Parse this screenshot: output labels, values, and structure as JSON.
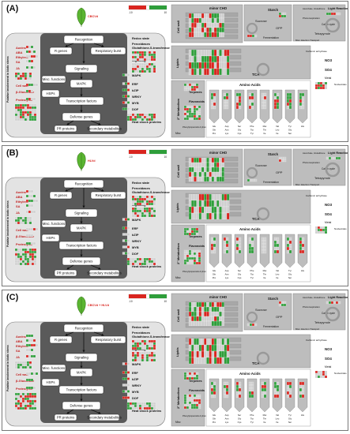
{
  "colors": {
    "up": "#2e9e3a",
    "down": "#d9251f",
    "neutral": "#cfcfcf",
    "panel_bg": "#bdbdbd",
    "inner_bg": "#5a5a5a",
    "outer_bg": "#e3e3e3"
  },
  "panels": [
    {
      "label": "(A)",
      "condition": "CBCVd"
    },
    {
      "label": "(B)",
      "condition": "HLVd"
    },
    {
      "label": "(C)",
      "condition": "CBCVd + HLVd"
    }
  ],
  "biotic": {
    "side_label": "Putative involvement in biotic stress",
    "left_items": [
      "Auxins",
      "ABA",
      "Ethylene",
      "SA",
      "JA",
      "Cell wall",
      "β-Glucanase",
      "Proteolysis"
    ],
    "center": [
      "Recognition",
      "R genes",
      "Respiratory burst",
      "Signaling",
      "Misc. functions",
      "MAPK",
      "HSPs",
      "Transcription factors",
      "Defense genes",
      "PR proteins",
      "Secondary metabolites"
    ],
    "right_items": [
      "Redox state",
      "Peroxidases",
      "Glutathione-S-transferase",
      "Signaling",
      "MAPK",
      "ERF",
      "bZIP",
      "WRKY",
      "MYB",
      "DOF",
      "Heat shock proteins"
    ]
  },
  "metabolism": {
    "top": [
      "Cell wall",
      "minor CHO",
      "Starch",
      "Sucrose",
      "OPP",
      "Fermentation",
      "Light Reactions",
      "Calvin cycle",
      "Photorespiration",
      "Ascorbate, Glutathione",
      "Tetrapyrrole",
      "Misc. Electron Transport"
    ],
    "bottom": [
      "Lipids",
      "TCA",
      "Carbonic anhydrase",
      "NO3",
      "SO4",
      "Metal",
      "Nucleotides",
      "Amino Acids",
      "2° Metabolism",
      "Terpenes",
      "Flavonoids",
      "Phenylpropanoids & phenolics",
      "Misc"
    ],
    "aa_groups": [
      "Glu Gln Pro",
      "Asp Asn Lys",
      "Ser Gly Cys",
      "Phe Trp Tyr",
      "Met Thr Ile",
      "Val Leu Ile",
      "Tyr Gly Ser",
      "His"
    ]
  },
  "legend": {
    "min": "-10",
    "max": "10"
  }
}
